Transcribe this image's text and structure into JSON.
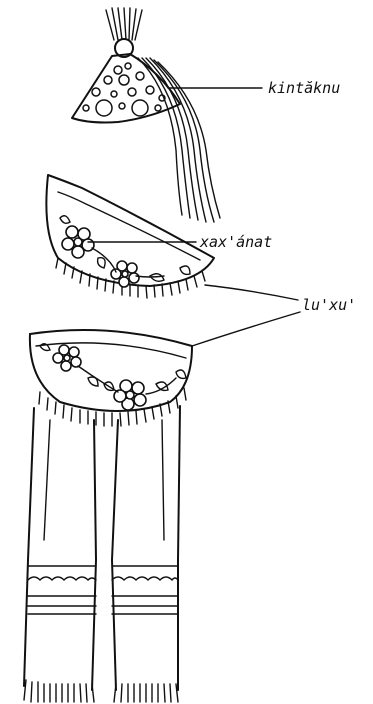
{
  "labels": {
    "headdress": "kintăknu",
    "flower": "xax'ánat",
    "apron": "lu'xu'"
  },
  "colors": {
    "ink": "#111111",
    "background": "#ffffff"
  }
}
